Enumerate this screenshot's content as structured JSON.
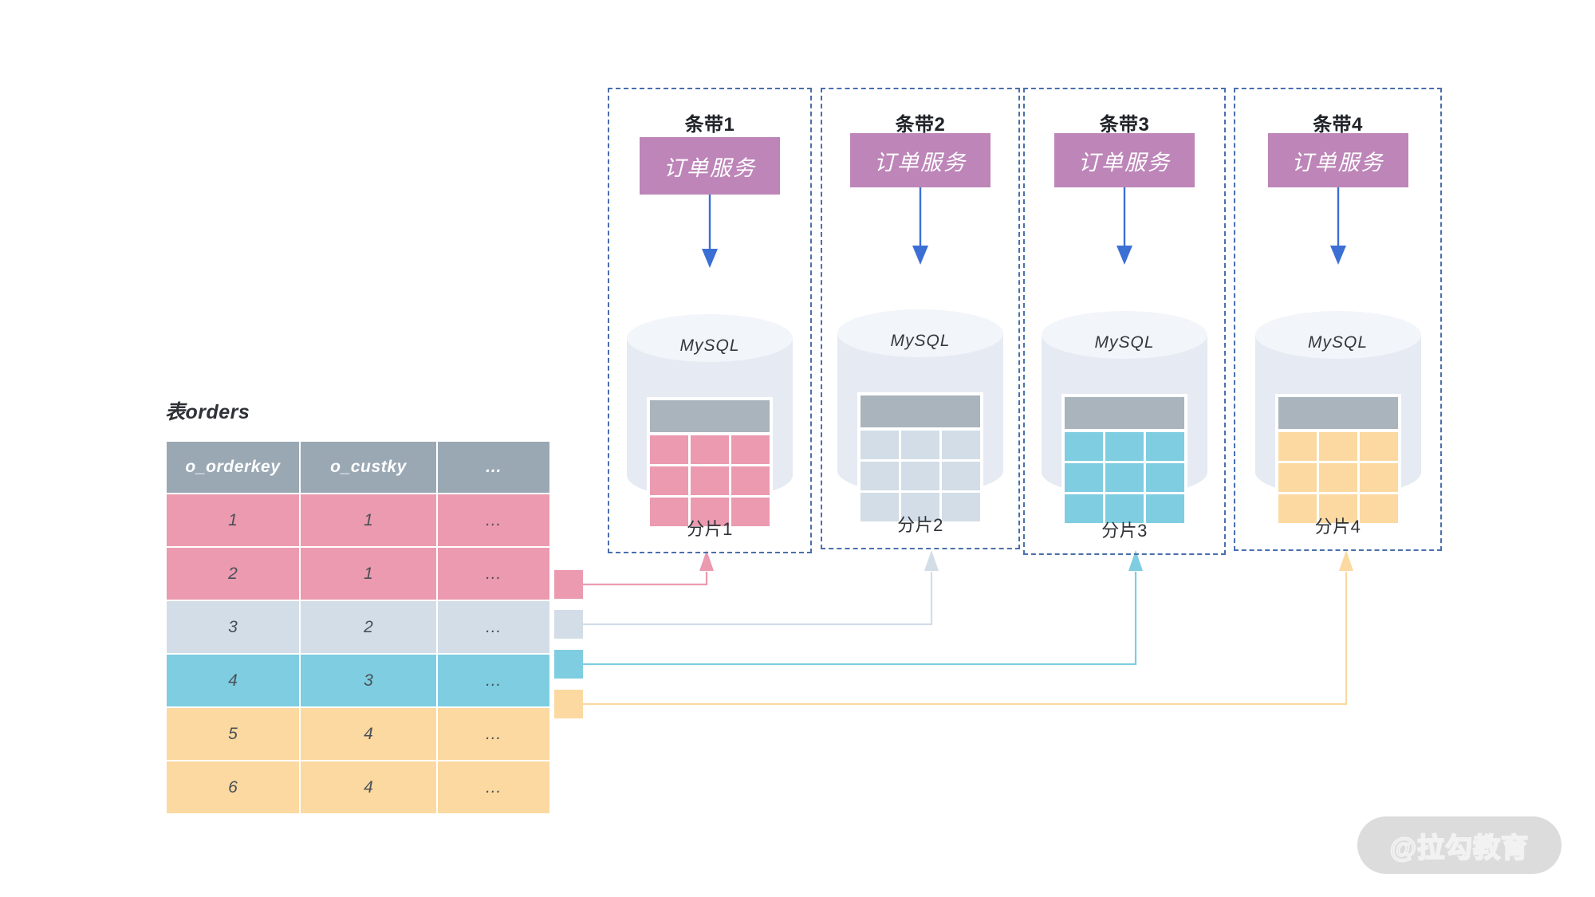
{
  "source_table": {
    "title": "表orders",
    "columns": [
      "o_orderkey",
      "o_custky",
      "…"
    ],
    "rows": [
      {
        "o_orderkey": "1",
        "o_custky": "1",
        "more": "…",
        "color": "pink"
      },
      {
        "o_orderkey": "2",
        "o_custky": "1",
        "more": "…",
        "color": "pink"
      },
      {
        "o_orderkey": "3",
        "o_custky": "2",
        "more": "…",
        "color": "blue"
      },
      {
        "o_orderkey": "4",
        "o_custky": "3",
        "more": "…",
        "color": "cyan"
      },
      {
        "o_orderkey": "5",
        "o_custky": "4",
        "more": "…",
        "color": "amber"
      },
      {
        "o_orderkey": "6",
        "o_custky": "4",
        "more": "…",
        "color": "amber"
      }
    ]
  },
  "legend_swatches": [
    {
      "name": "swatch-pink",
      "color": "#eb9ab0"
    },
    {
      "name": "swatch-blue",
      "color": "#d2dde7"
    },
    {
      "name": "swatch-cyan",
      "color": "#7ecde0"
    },
    {
      "name": "swatch-amber",
      "color": "#fbd9a0"
    }
  ],
  "shards": [
    {
      "stripe_label": "条带1",
      "service_label": "订单服务",
      "db_label": "MySQL",
      "shard_label": "分片1",
      "row_color": "#eb9ab0"
    },
    {
      "stripe_label": "条带2",
      "service_label": "订单服务",
      "db_label": "MySQL",
      "shard_label": "分片2",
      "row_color": "#d2dde7"
    },
    {
      "stripe_label": "条带3",
      "service_label": "订单服务",
      "db_label": "MySQL",
      "shard_label": "分片3",
      "row_color": "#7ecde0"
    },
    {
      "stripe_label": "条带4",
      "service_label": "订单服务",
      "db_label": "MySQL",
      "shard_label": "分片4",
      "row_color": "#fbd9a0"
    }
  ],
  "colors": {
    "table_header": "#9aa8b4",
    "service_box": "#bd85b8",
    "dashed_border": "#4a6fad",
    "arrow_blue": "#3b6fd4",
    "cylinder_body": "#e6eaf3",
    "cylinder_top": "#f2f5fa",
    "mini_header": "#a9b4bc"
  },
  "watermark": {
    "text": "@拉勾教育"
  }
}
